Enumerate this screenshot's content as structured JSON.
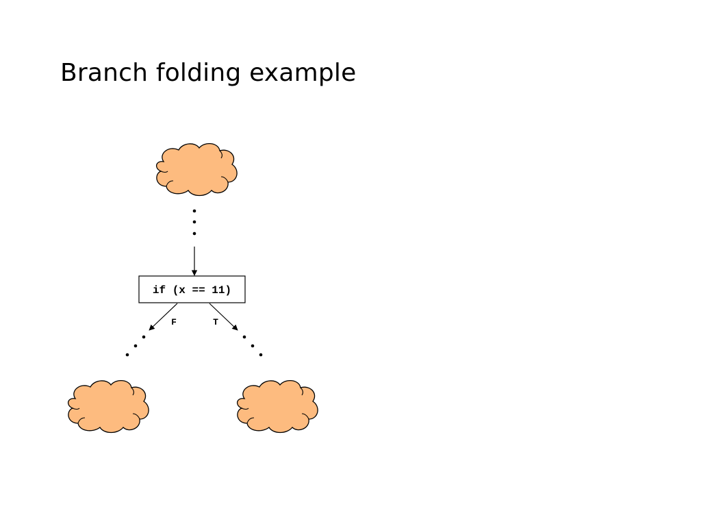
{
  "slide": {
    "title": "Branch folding example"
  },
  "diagram": {
    "condition": "if (x == 11)",
    "false_label": "F",
    "true_label": "T",
    "colors": {
      "cloud_fill": "#FDBB7F",
      "stroke": "#000000",
      "background": "#FFFFFF"
    }
  }
}
